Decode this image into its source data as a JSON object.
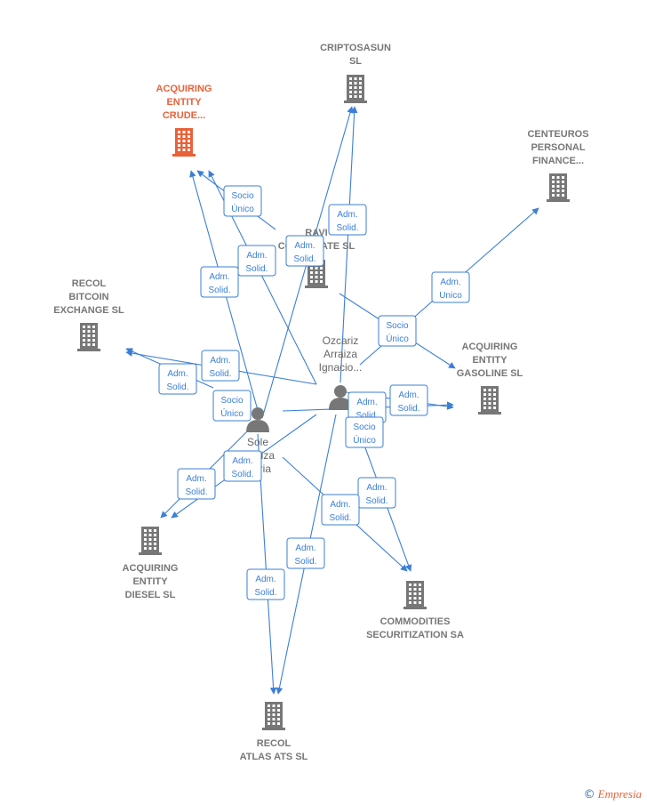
{
  "colors": {
    "edge": "#3b7fd6",
    "company": "#777777",
    "focus": "#e8623a",
    "person": "#777777"
  },
  "companies": [
    {
      "id": "acquiring_crude",
      "lines": [
        "ACQUIRING",
        "ENTITY",
        "CRUDE..."
      ],
      "focus": true,
      "icon": "building-icon"
    },
    {
      "id": "criptosasun",
      "lines": [
        "CRIPTOSASUN",
        "SL"
      ],
      "focus": false,
      "icon": "building-icon"
    },
    {
      "id": "centeuros",
      "lines": [
        "CENTEUROS",
        "PERSONAL",
        "FINANCE..."
      ],
      "focus": false,
      "icon": "building-icon"
    },
    {
      "id": "ravi",
      "lines": [
        "RAVI",
        "CORPORATE SL"
      ],
      "focus": false,
      "icon": "building-icon"
    },
    {
      "id": "recol_bitcoin",
      "lines": [
        "RECOL",
        "BITCOIN",
        "EXCHANGE  SL"
      ],
      "focus": false,
      "icon": "building-icon"
    },
    {
      "id": "acquiring_gasoline",
      "lines": [
        "ACQUIRING",
        "ENTITY",
        "GASOLINE  SL"
      ],
      "focus": false,
      "icon": "building-icon"
    },
    {
      "id": "acquiring_diesel",
      "lines": [
        "ACQUIRING",
        "ENTITY",
        "DIESEL  SL"
      ],
      "focus": false,
      "icon": "building-icon"
    },
    {
      "id": "commodities",
      "lines": [
        "COMMODITIES",
        "SECURITIZATION SA"
      ],
      "focus": false,
      "icon": "building-icon"
    },
    {
      "id": "recol_atlas",
      "lines": [
        "RECOL",
        "ATLAS ATS  SL"
      ],
      "focus": false,
      "icon": "building-icon"
    }
  ],
  "persons": [
    {
      "id": "ozcariz",
      "lines": [
        "Ozcariz",
        "Arraiza",
        "Ignacio..."
      ],
      "icon": "person-icon"
    },
    {
      "id": "sole",
      "lines": [
        "Sole",
        "Arraiza",
        "Maria"
      ],
      "icon": "person-icon"
    }
  ],
  "edges": [
    {
      "from": "sole",
      "to": "acquiring_crude"
    },
    {
      "from": "sole",
      "to": "criptosasun"
    },
    {
      "from": "sole",
      "to": "recol_bitcoin"
    },
    {
      "from": "sole",
      "to": "acquiring_gasoline"
    },
    {
      "from": "sole",
      "to": "acquiring_diesel"
    },
    {
      "from": "sole",
      "to": "commodities"
    },
    {
      "from": "sole",
      "to": "recol_atlas"
    },
    {
      "from": "ozcariz",
      "to": "acquiring_crude"
    },
    {
      "from": "ozcariz",
      "to": "criptosasun"
    },
    {
      "from": "ozcariz",
      "to": "centeuros"
    },
    {
      "from": "ozcariz",
      "to": "recol_bitcoin"
    },
    {
      "from": "ozcariz",
      "to": "acquiring_gasoline"
    },
    {
      "from": "ozcariz",
      "to": "acquiring_diesel"
    },
    {
      "from": "ozcariz",
      "to": "commodities"
    },
    {
      "from": "ozcariz",
      "to": "recol_atlas"
    },
    {
      "from": "ravi",
      "to": "acquiring_crude"
    },
    {
      "from": "ravi",
      "to": "acquiring_gasoline"
    }
  ],
  "tags": [
    {
      "lines": [
        "Socio",
        "Único"
      ]
    },
    {
      "lines": [
        "Adm.",
        "Solid."
      ]
    },
    {
      "lines": [
        "Adm.",
        "Solid."
      ]
    },
    {
      "lines": [
        "Adm.",
        "Solid."
      ]
    },
    {
      "lines": [
        "Adm.",
        "Solid."
      ]
    },
    {
      "lines": [
        "Adm.",
        "Unico"
      ]
    },
    {
      "lines": [
        "Socio",
        "Único"
      ]
    },
    {
      "lines": [
        "Adm.",
        "Solid."
      ]
    },
    {
      "lines": [
        "Adm.",
        "Solid."
      ]
    },
    {
      "lines": [
        "Socio",
        "Único"
      ]
    },
    {
      "lines": [
        "Adm.",
        "Solid."
      ]
    },
    {
      "lines": [
        "Adm.",
        "Solid."
      ]
    },
    {
      "lines": [
        "Socio",
        "Único"
      ]
    },
    {
      "lines": [
        "Adm.",
        "Solid."
      ]
    },
    {
      "lines": [
        "Adm.",
        "Solid."
      ]
    },
    {
      "lines": [
        "Adm.",
        "Solid."
      ]
    },
    {
      "lines": [
        "Adm.",
        "Solid."
      ]
    },
    {
      "lines": [
        "Adm.",
        "Solid."
      ]
    },
    {
      "lines": [
        "Adm.",
        "Solid."
      ]
    },
    {
      "lines": [
        "Adm.",
        "Solid."
      ]
    }
  ],
  "footer": {
    "copyright": "©",
    "brand": "Empresia"
  }
}
